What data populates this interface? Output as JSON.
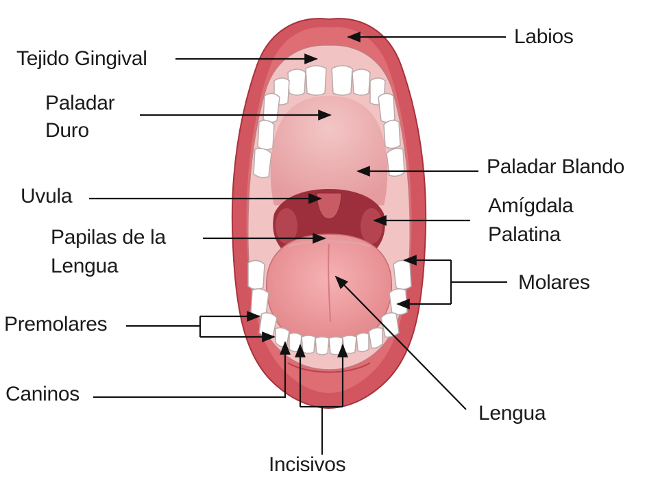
{
  "labels": {
    "labios": "Labios",
    "tejido_gingival": "Tejido Gingival",
    "paladar_duro_1": "Paladar",
    "paladar_duro_2": "Duro",
    "paladar_blando": "Paladar Blando",
    "uvula": "Uvula",
    "amigdala_1": "Amígdala",
    "amigdala_2": "Palatina",
    "papilas_1": "Papilas de la",
    "papilas_2": "Lengua",
    "molares": "Molares",
    "premolares": "Premolares",
    "caninos": "Caninos",
    "lengua": "Lengua",
    "incisivos": "Incisivos"
  },
  "colors": {
    "lip": "#d2565f",
    "lip_dark": "#a8323d",
    "mouth_inner": "#f0bcbc",
    "palate": "#e69a9d",
    "throat": "#9c2f3b",
    "tongue": "#f0999b",
    "tooth": "#ffffff",
    "tooth_outline": "#b9a9a9",
    "line": "#111111"
  }
}
